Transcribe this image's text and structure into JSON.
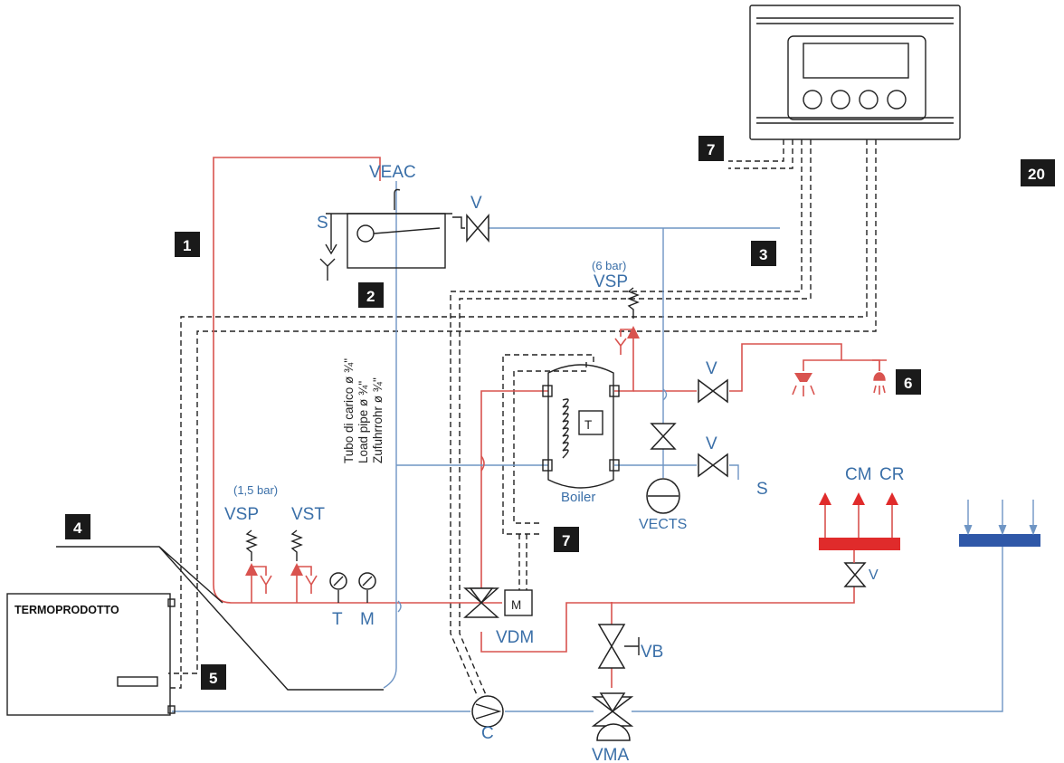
{
  "labels": {
    "veac": "VEAC",
    "v_top": "V",
    "s_top": "S",
    "vsp_top_pressure": "(6 bar)",
    "vsp_top": "VSP",
    "v_hot": "V",
    "v_cold": "V",
    "s_right": "S",
    "boiler": "Boiler",
    "vects": "VECTS",
    "t_sensor": "T",
    "vsp_left_pressure": "(1,5 bar)",
    "vsp_left": "VSP",
    "vst": "VST",
    "t_gauge": "T",
    "m_gauge": "M",
    "vdm": "VDM",
    "m_motor": "M",
    "vb": "VB",
    "c_pump": "C",
    "vma": "VMA",
    "cm": "CM",
    "cr": "CR",
    "v_manifold": "V",
    "termoprodotto": "TERMOPRODOTTO",
    "pipe_it": "Tubo di carico ø ¾\"",
    "pipe_en": "Load pipe ø ¾\"",
    "pipe_de": "Zufuhrrohr ø ¾\""
  },
  "badges": {
    "b1": "1",
    "b2": "2",
    "b3": "3",
    "b4": "4",
    "b5": "5",
    "b6": "6",
    "b7a": "7",
    "b7b": "7",
    "b20": "20"
  },
  "colors": {
    "hot_line": "#d9534f",
    "cold_line": "#6f95c4",
    "label_blue": "#3a6fa8",
    "badge": "#1a1a1a",
    "manifold_hot": "#e02b2b",
    "manifold_cold": "#2f58a8"
  }
}
